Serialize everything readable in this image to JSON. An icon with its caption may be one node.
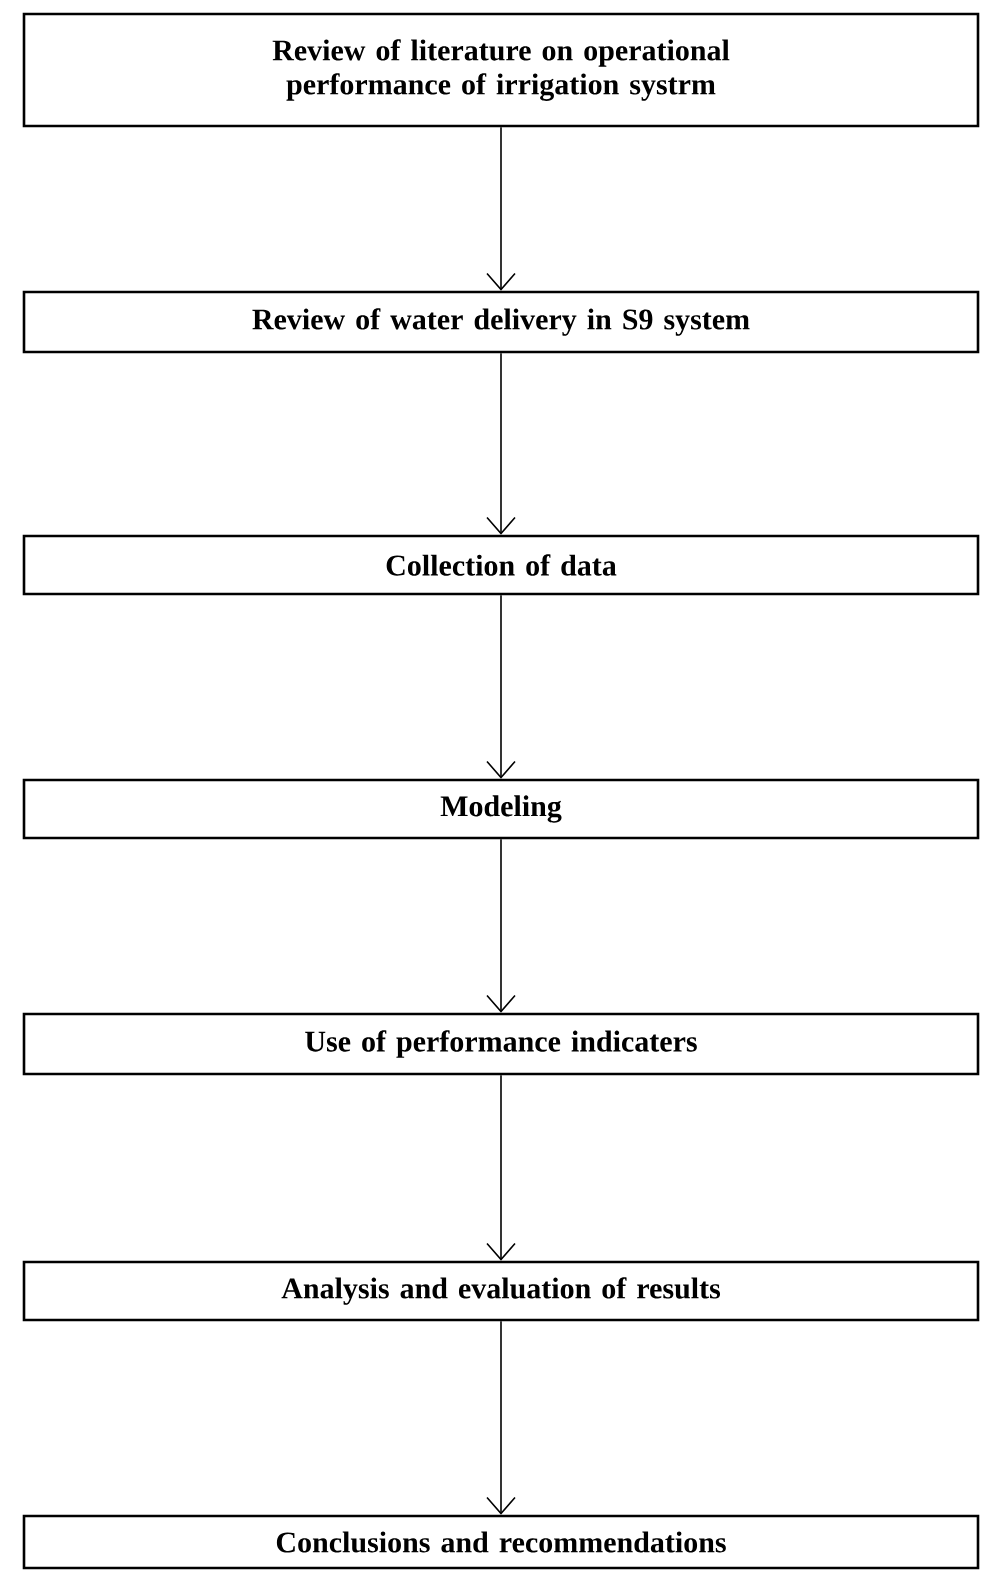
{
  "diagram": {
    "nodes": [
      {
        "text": [
          "Review of literature on operational performance of irrigation systrm"
        ]
      },
      {
        "text": [
          "Review of water delivery in S9 system"
        ]
      },
      {
        "text": [
          "Collection of data"
        ]
      },
      {
        "text": [
          "Modeling"
        ]
      },
      {
        "text": [
          "Use of performance indicaters"
        ]
      },
      {
        "text": [
          "Analysis and evaluation of results"
        ]
      },
      {
        "text": [
          "Conclusions and recommendations"
        ]
      }
    ],
    "edges": [
      {
        "from": 0,
        "to": 1,
        "arrow": "to"
      },
      {
        "from": 1,
        "to": 2,
        "arrow": "to"
      },
      {
        "from": 2,
        "to": 3,
        "arrow": "to"
      },
      {
        "from": 3,
        "to": 4,
        "arrow": "to"
      },
      {
        "from": 4,
        "to": 5,
        "arrow": "to"
      },
      {
        "from": 5,
        "to": 6,
        "arrow": "to"
      }
    ]
  }
}
